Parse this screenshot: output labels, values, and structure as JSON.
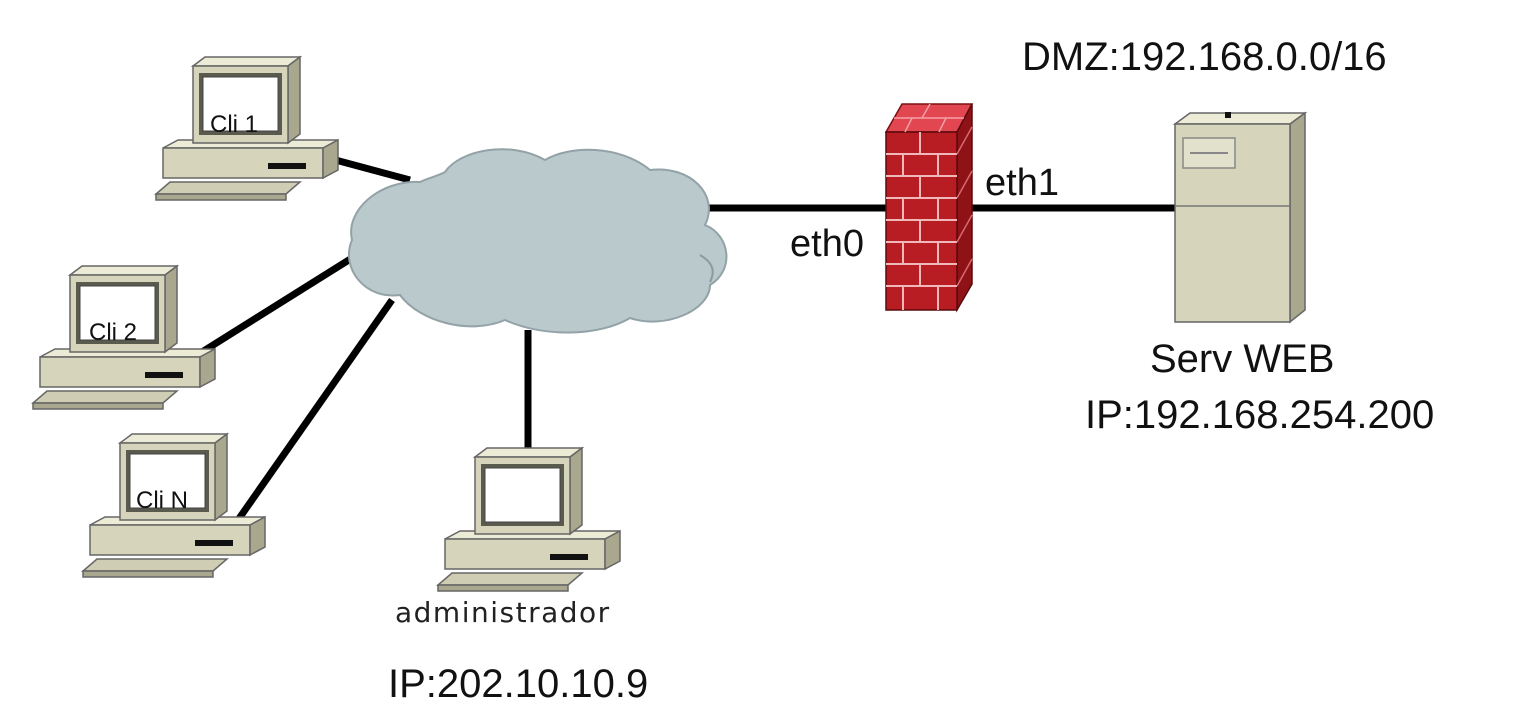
{
  "network": {
    "dmz_label": "DMZ:192.168.0.0/16",
    "eth0_label": "eth0",
    "eth1_label": "eth1",
    "server_name": "Serv WEB",
    "server_ip": "IP:192.168.254.200",
    "admin_name": "administrador",
    "admin_ip": "IP:202.10.10.9",
    "clients": [
      "Cli 1",
      "Cli 2",
      "Cli N"
    ]
  },
  "colors": {
    "cloud": "#b9c9cc",
    "device_body": "#d8d8bf",
    "device_side": "#aaa98f",
    "firewall_brick": "#b81d23",
    "firewall_top": "#e2454f",
    "link": "#000000"
  }
}
